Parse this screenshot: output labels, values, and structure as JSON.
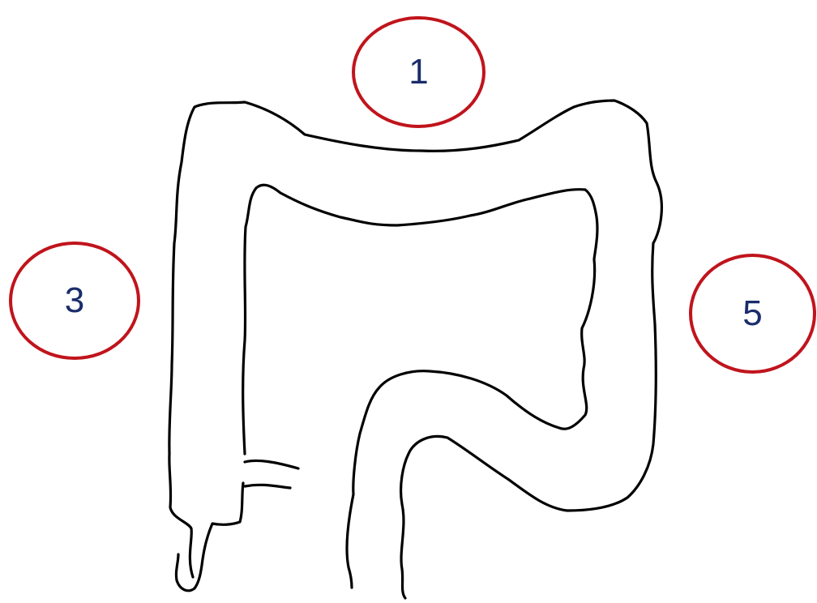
{
  "diagram": {
    "outline_color": "#000000",
    "marker_border_color": "#c0141c",
    "marker_text_color": "#1a2c6b",
    "markers": [
      {
        "label": "1"
      },
      {
        "label": "3"
      },
      {
        "label": "5"
      }
    ]
  }
}
